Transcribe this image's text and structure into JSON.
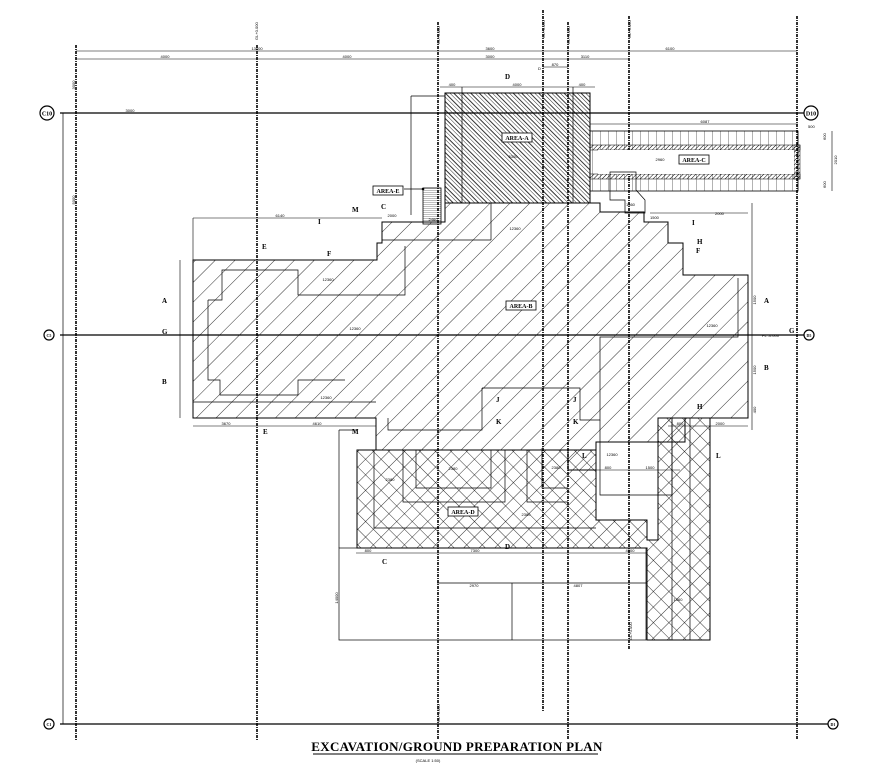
{
  "drawing": {
    "title": "EXCAVATION/GROUND PREPARATION PLAN",
    "scale_note": "(SCALE 1:50)"
  },
  "grid": {
    "rows": [
      {
        "id": "C10",
        "label": "C10"
      },
      {
        "id": "C5",
        "label": "C5"
      },
      {
        "id": "C1",
        "label": "C1"
      }
    ],
    "right_rows": [
      {
        "id": "D10",
        "label": "D10"
      },
      {
        "id": "D5",
        "label": "D5"
      },
      {
        "id": "D1",
        "label": "D1"
      }
    ]
  },
  "areas": [
    {
      "id": "A",
      "label": "AREA-A",
      "level": "5300"
    },
    {
      "id": "B",
      "label": "AREA-B",
      "level": ""
    },
    {
      "id": "C",
      "label": "AREA-C",
      "level": "2960"
    },
    {
      "id": "D",
      "label": "AREA-D",
      "level": ""
    },
    {
      "id": "E",
      "label": "AREA-E",
      "level": ""
    }
  ],
  "levels": {
    "b_left": "12360",
    "b_right": "12360",
    "b_mid": "12360",
    "b_lower": "12360",
    "d_1": "2380",
    "d_2": "2380",
    "d_3": "2380",
    "d_4": "2380",
    "c_step": "1360",
    "e_step": "2460",
    "br": "12360",
    "small": "1360"
  },
  "dimensions": {
    "top_overall_1": "13000",
    "top_1": "4000",
    "top_2": "4000",
    "top_3": "3600",
    "top_4": "3000",
    "top_5": "3110",
    "top_6": "6100",
    "top_a_1": "400",
    "top_a_2": "4000",
    "top_a_3": "400",
    "top_d": "870",
    "c10_off": "3000",
    "left_v1": "3000",
    "left_v2": "5000",
    "left_v3": "14000",
    "area_c_len": "6087",
    "area_c_w": "2010",
    "area_c_e1": "500",
    "area_c_e2": "600",
    "b_top": "6140",
    "b_top2": "2000",
    "b_bot1": "3670",
    "b_bot2": "4610",
    "d_bot1": "800",
    "d_bot2": "7300",
    "d_bot3": "4000",
    "d_lower1": "2970",
    "d_lower2": "4807",
    "r_1": "1500",
    "r_2": "1500",
    "r_3": "1500",
    "r_4": "2000",
    "r_5": "400",
    "r_6": "800",
    "r_7": "1000"
  },
  "sections": [
    "A",
    "B",
    "C",
    "D",
    "E",
    "F",
    "G",
    "H",
    "I",
    "J",
    "K",
    "L",
    "M"
  ],
  "gridline_tags": [
    "GL+0.000",
    "GL+0.000",
    "GL+0.000",
    "GL+0.000",
    "GL+0.000",
    "GL+0.000"
  ],
  "level_note": "FL -0.000"
}
